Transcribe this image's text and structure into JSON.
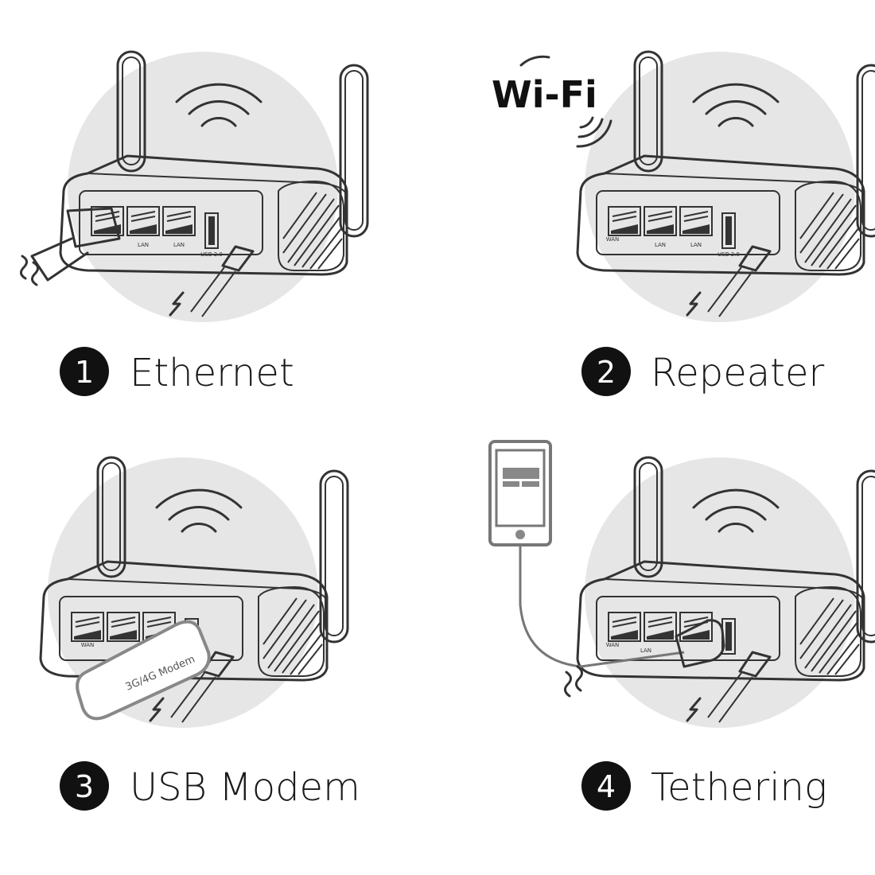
{
  "modes": [
    {
      "number": "1",
      "label": "Ethernet"
    },
    {
      "number": "2",
      "label": "Repeater"
    },
    {
      "number": "3",
      "label": "USB Modem"
    },
    {
      "number": "4",
      "label": "Tethering"
    }
  ],
  "ports": {
    "wan": "WAN",
    "lan": "LAN",
    "usb": "USB 2.0"
  },
  "modem_label": "3G/4G Modem",
  "wifi_logo": "Wi-Fi",
  "colors": {
    "circle": "#e6e6e6",
    "badge": "#111111",
    "line": "#333333"
  }
}
